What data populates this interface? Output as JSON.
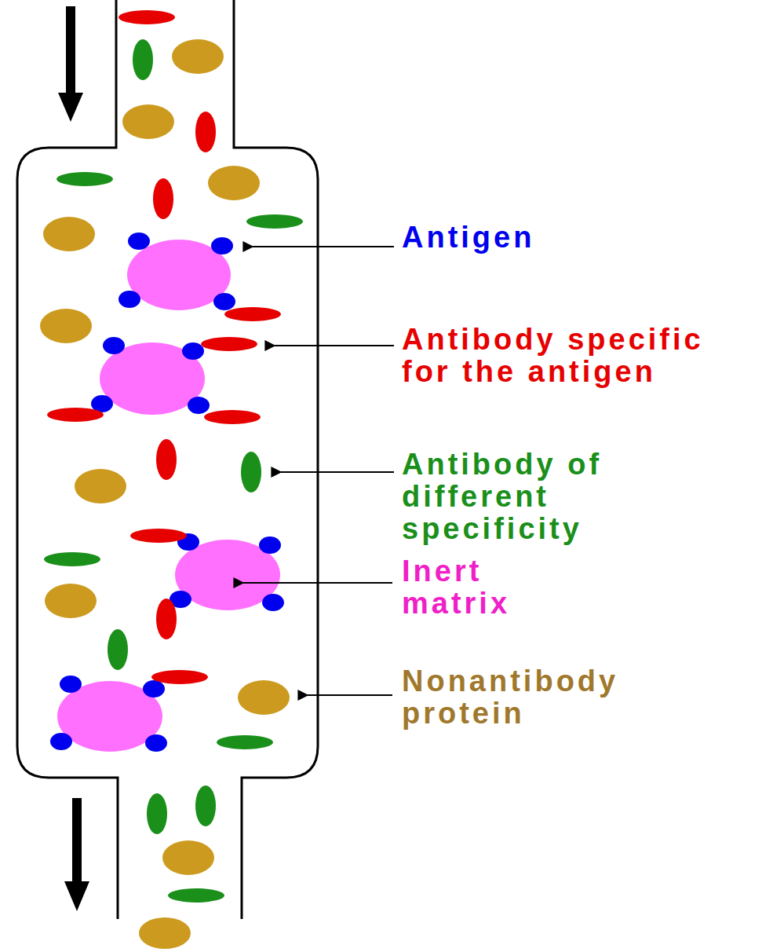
{
  "diagram": {
    "labels": [
      "Antigen",
      "Antibody specific for the antigen",
      "Antibody of different specificity",
      "Inert matrix",
      "Nonantibody protein"
    ]
  }
}
